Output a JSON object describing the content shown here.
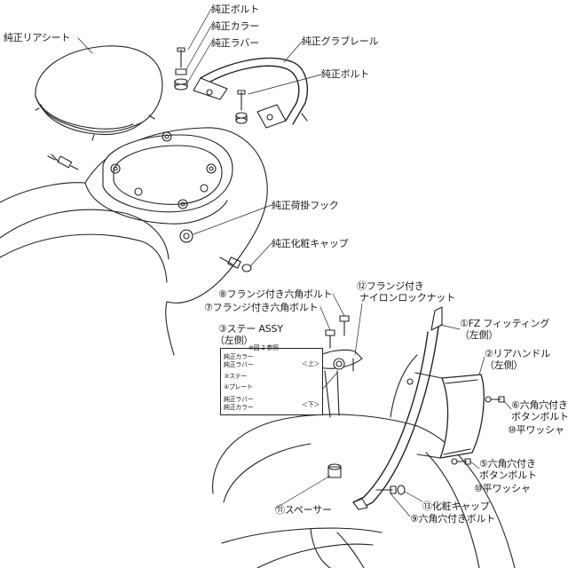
{
  "upper": {
    "rear_seat": "純正リアシート",
    "bolt_top": "純正ボルト",
    "collar": "純正カラー",
    "rubber": "純正ラバー",
    "grab_rail": "純正グラブレール",
    "bolt_right": "純正ボルト",
    "luggage_hook": "純正荷掛フック",
    "cosmetic_cap": "純正化粧キャップ"
  },
  "lower": {
    "p8": "⑧フランジ付き六角ボルト",
    "p7": "⑦フランジ付き六角ボルト",
    "p12_line1": "⑫フランジ付き",
    "p12_line2": "ナイロンロックナット",
    "p3_line1": "③ステー ASSY",
    "p3_line2": "（左側）",
    "p1_line1": "①FZ フィッティング",
    "p1_line2": "（左側）",
    "p2_line1": "②リアハンドル",
    "p2_line2": "（左側）",
    "p6_line1": "⑥六角穴付き",
    "p6_line2": "ボタンボルト",
    "p10a": "⑩平ワッシャ",
    "p5_line1": "⑤六角穴付き",
    "p5_line2": "ボタンボルト",
    "p10b": "⑩平ワッシャ",
    "p13": "⑬化粧キャップ",
    "p11": "⑪スペーサー",
    "p9": "⑨六角穴付きボルト"
  },
  "detail": {
    "ref": "※図 2 参照",
    "collar_top": "純正カラー",
    "rubber_top": "純正ラバー",
    "up": "＜上＞",
    "stay": "③ステー",
    "plate": "④プレート",
    "rubber_bottom": "純正ラバー",
    "collar_bottom": "純正カラー",
    "down": "＜下＞"
  }
}
